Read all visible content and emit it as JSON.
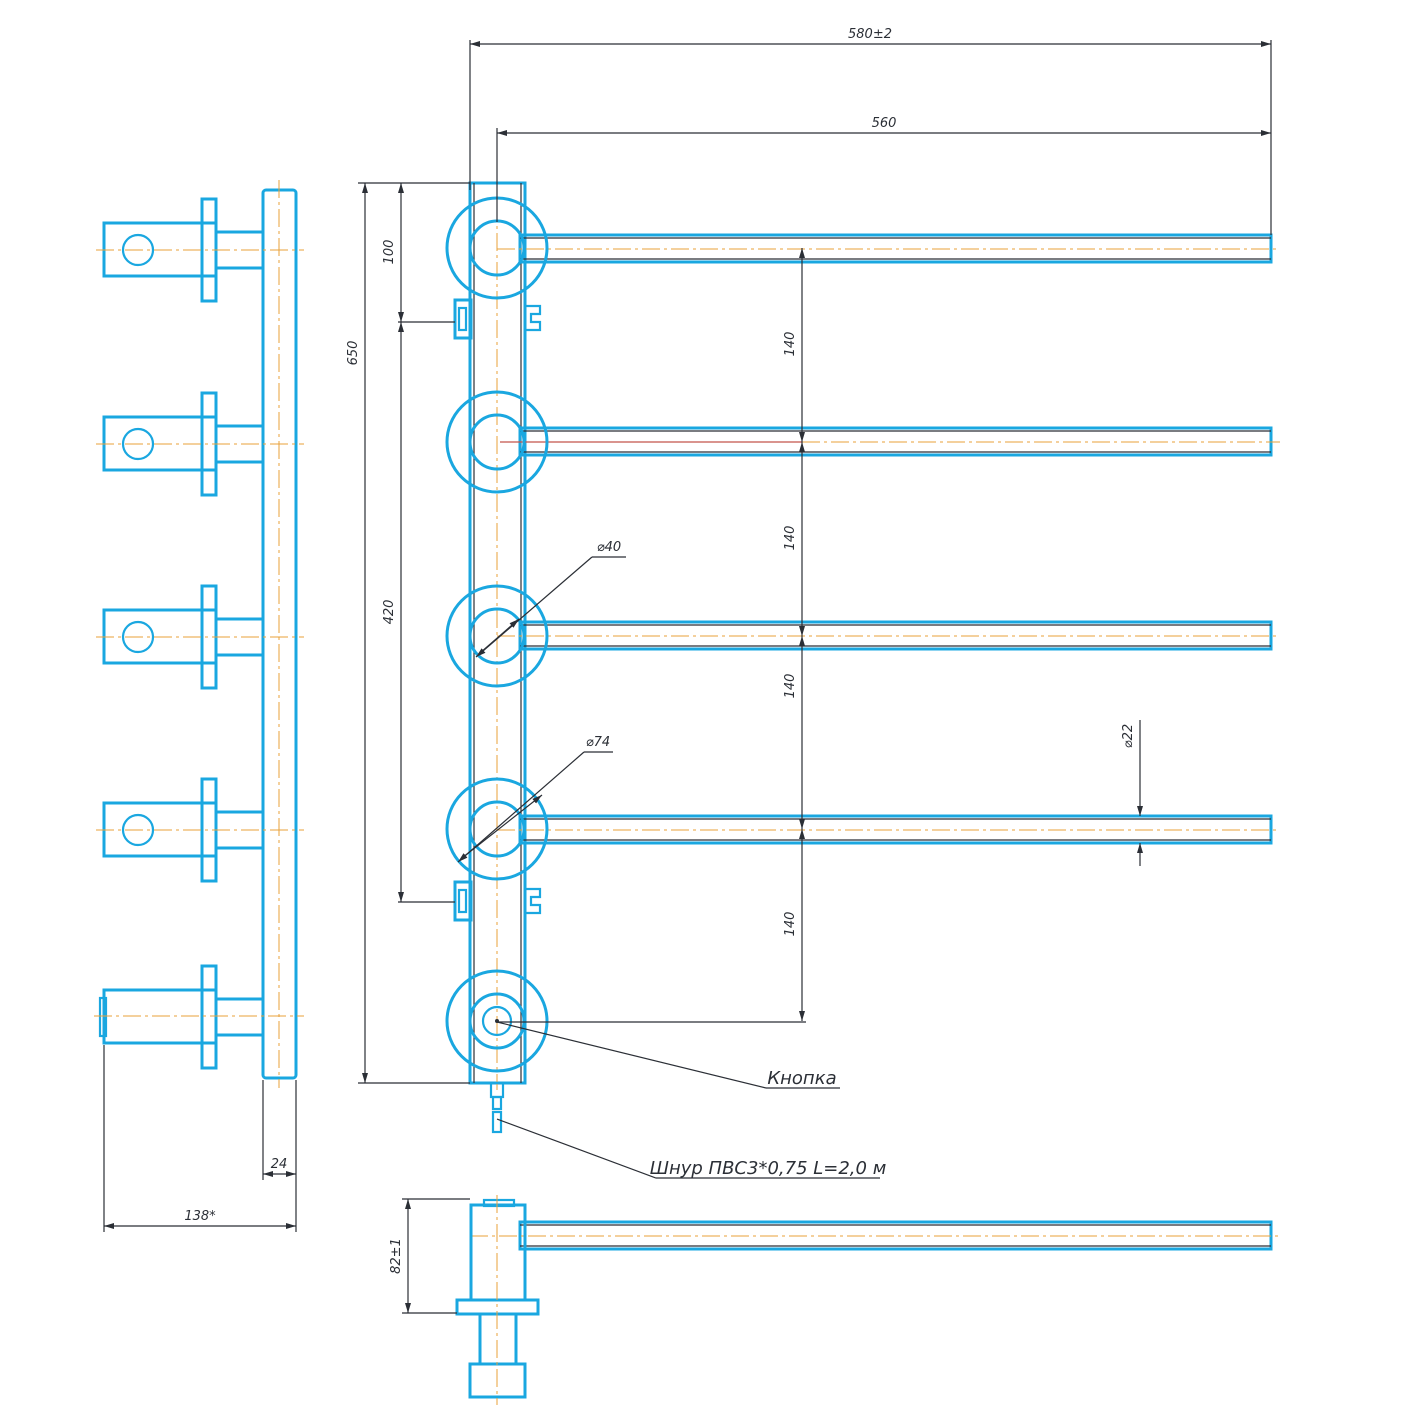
{
  "colors": {
    "part_outline": "#1aa7e0",
    "dimension": "#2b2f36",
    "centerline": "#e8a23a",
    "background": "#ffffff"
  },
  "dimensions": {
    "overall_length": "580±2",
    "rod_length": "560",
    "overall_height": "650",
    "top_offset": "100",
    "mount_spacing": "420",
    "pitch_1": "140",
    "pitch_2": "140",
    "pitch_3": "140",
    "pitch_4": "140",
    "collar_inner_dia": "⌀40",
    "collar_outer_dia": "⌀74",
    "rod_dia": "⌀22",
    "wall_gap": "24",
    "side_depth": "138*",
    "bottom_height": "82±1"
  },
  "callouts": {
    "button": "Кнопка",
    "cable": "Шнур ПВС3*0,75 L=2,0 м"
  }
}
